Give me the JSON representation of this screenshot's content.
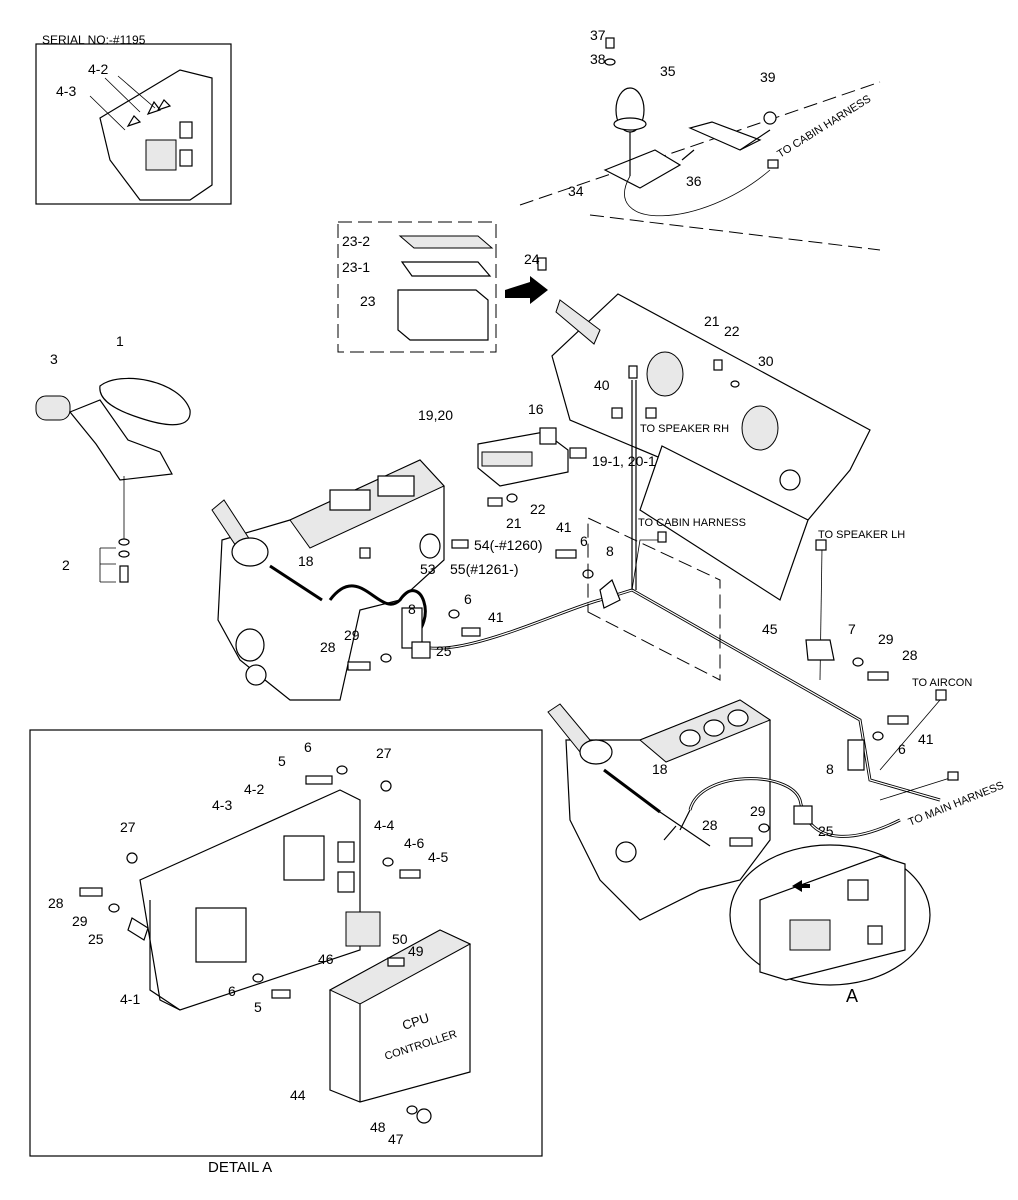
{
  "inset": {
    "serial_label": "SERIAL NO:-#1195",
    "labels": [
      "4-2",
      "4-3"
    ]
  },
  "detail": {
    "caption": "DETAIL  A",
    "cpu_line1": "CPU",
    "cpu_line2": "CONTROLLER"
  },
  "view_a_label": "A",
  "harness_labels": {
    "cabin_top": "TO CABIN HARNESS",
    "speaker_rh": "TO SPEAKER RH",
    "cabin_mid": "TO CABIN HARNESS",
    "speaker_lh": "TO SPEAKER LH",
    "aircon": "TO AIRCON",
    "main": "TO MAIN HARNESS"
  },
  "part_numbers": {
    "p37": "37",
    "p38": "38",
    "p35": "35",
    "p39": "39",
    "p34": "34",
    "p36": "36",
    "p23_2": "23-2",
    "p23_1": "23-1",
    "p23": "23",
    "p24": "24",
    "p21": "21",
    "p22": "22",
    "p30": "30",
    "p40": "40",
    "p1": "1",
    "p3": "3",
    "p2": "2",
    "p16": "16",
    "p19_20": "19,20",
    "p19_1_20_1": "19-1, 20-1",
    "p21b": "21",
    "p22b": "22",
    "p41": "41",
    "p6": "6",
    "p8": "8",
    "p54": "54(-#1260)",
    "p55": "55(#1261-)",
    "p53": "53",
    "p18": "18",
    "p8b": "8",
    "p6b": "6",
    "p41b": "41",
    "p28": "28",
    "p29": "29",
    "p25": "25",
    "p45": "45",
    "p7": "7",
    "p29b": "29",
    "p28b": "28",
    "p41c": "41",
    "p6c": "6",
    "p8c": "8",
    "p18b": "18",
    "p29c": "29",
    "p28c": "28",
    "p25b": "25",
    "d6": "6",
    "d5": "5",
    "d27": "27",
    "d4_2": "4-2",
    "d4_3": "4-3",
    "d4_4": "4-4",
    "d4_6": "4-6",
    "d4_5": "4-5",
    "d27b": "27",
    "d28": "28",
    "d29": "29",
    "d25": "25",
    "d50": "50",
    "d49": "49",
    "d46": "46",
    "d4_1": "4-1",
    "d6b": "6",
    "d5b": "5",
    "d44": "44",
    "d48": "48",
    "d47": "47"
  }
}
